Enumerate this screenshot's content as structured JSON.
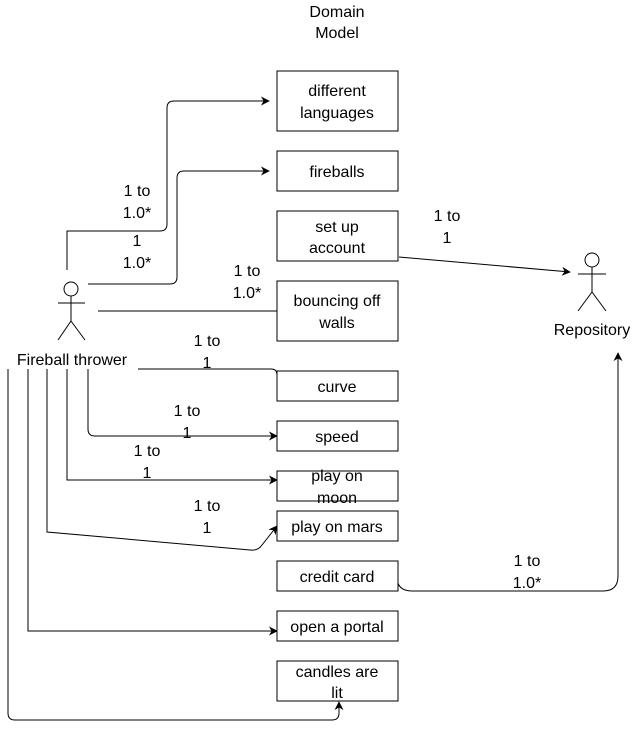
{
  "title": [
    "Domain",
    "Model"
  ],
  "actors": {
    "thrower": "Fireball thrower",
    "repository": "Repository"
  },
  "boxes": {
    "languages": [
      "different",
      "languages"
    ],
    "fireballs": [
      "fireballs"
    ],
    "account": [
      "set up",
      "account"
    ],
    "bouncing": [
      "bouncing off",
      "walls"
    ],
    "curve": [
      "curve"
    ],
    "speed": [
      "speed"
    ],
    "moon": [
      "play on",
      "moon"
    ],
    "mars": [
      "play on mars"
    ],
    "credit": [
      "credit card"
    ],
    "portal": [
      "open a portal"
    ],
    "candles": [
      "candles are",
      "lit"
    ]
  },
  "multiplicities": {
    "languages": [
      "1 to",
      "1.0*"
    ],
    "fireballs": [
      "1",
      "1.0*"
    ],
    "bouncing": [
      "1 to",
      "1.0*"
    ],
    "account_repo": [
      "1 to",
      "1"
    ],
    "curve": [
      "1 to",
      "1"
    ],
    "speed": [
      "1 to",
      "1"
    ],
    "moon": [
      "1 to",
      "1"
    ],
    "mars": [
      "1 to",
      "1"
    ],
    "credit_repo": [
      "1 to",
      "1.0*"
    ]
  },
  "colors": {
    "stroke": "#000000",
    "background": "#ffffff"
  }
}
